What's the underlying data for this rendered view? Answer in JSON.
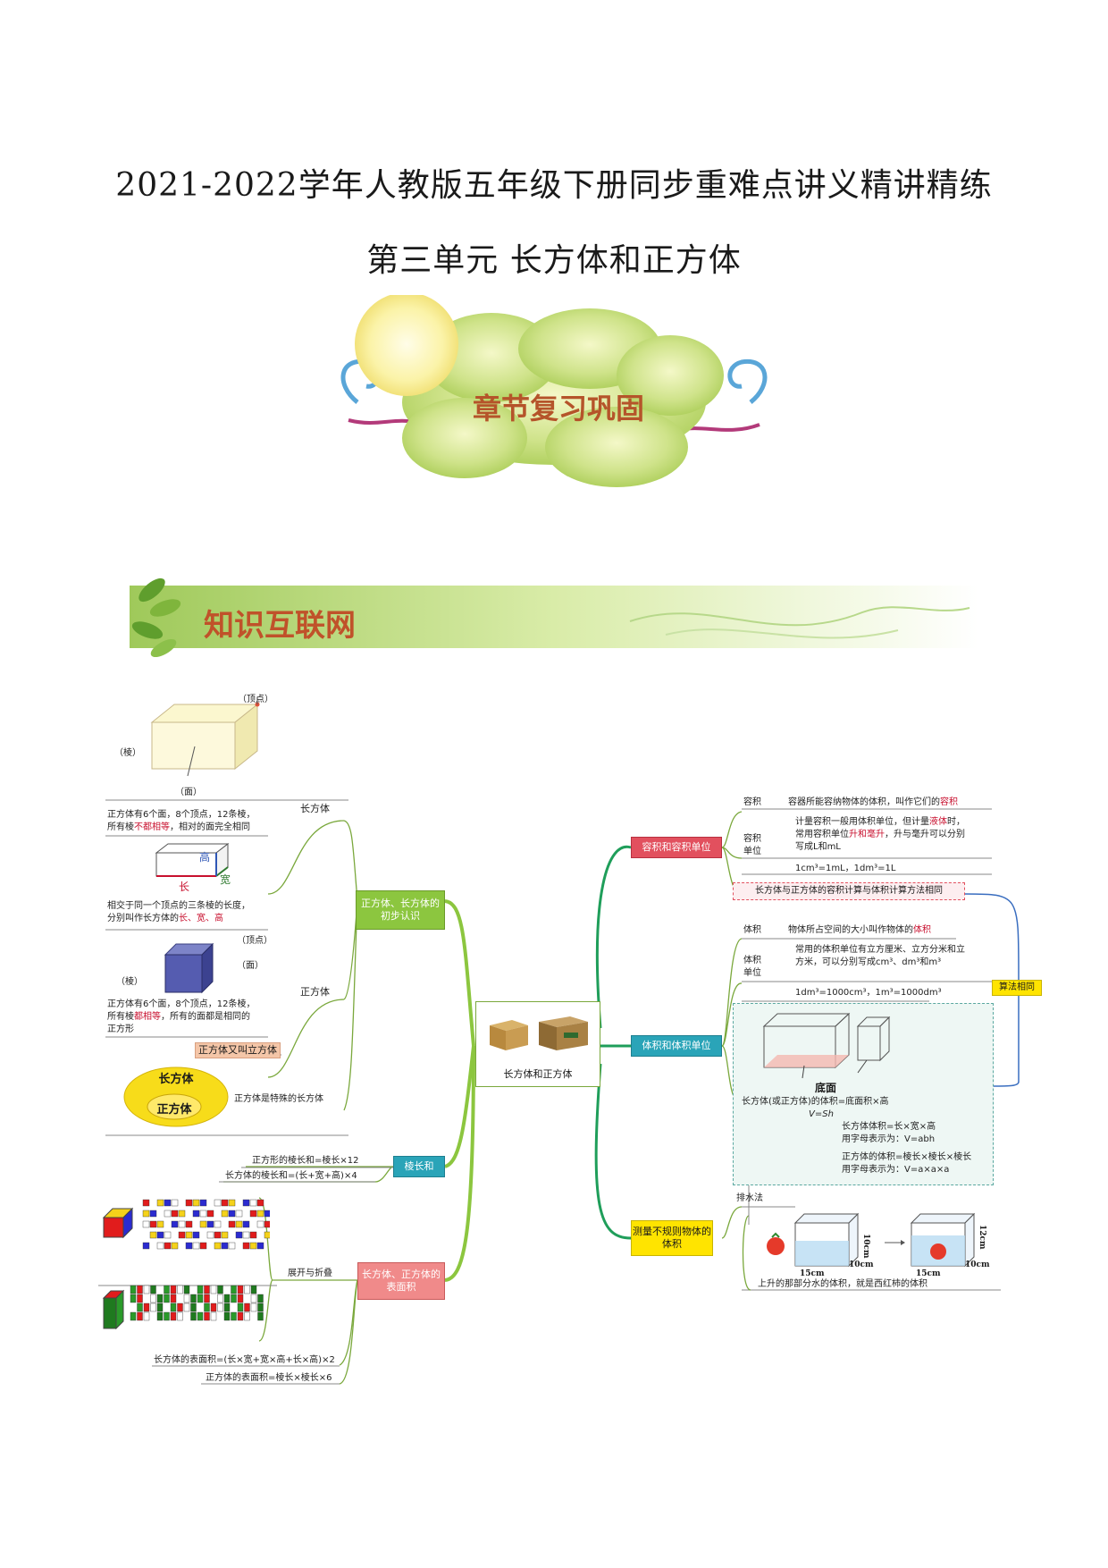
{
  "header": {
    "title": "2021-2022学年人教版五年级下册同步重难点讲义精讲精练",
    "subtitle": "第三单元 长方体和正方体"
  },
  "banner_chapter": {
    "label": "章节复习巩固"
  },
  "banner_knowledge": {
    "label": "知识互联网"
  },
  "mindmap": {
    "center": {
      "label": "长方体和正方体"
    },
    "left": {
      "cuboid_basics": {
        "label": "正方体、长方体的初步认识",
        "branch_cuboid": "长方体",
        "branch_cube": "正方体",
        "vertex_tag": "（顶点）",
        "edge_tag": "（棱）",
        "face_tag": "（面）",
        "cuboid_fact_1": "正方体有6个面，8个顶点，12条棱，",
        "cuboid_fact_2a": "所有棱",
        "cuboid_fact_2b": "不都相等",
        "cuboid_fact_2c": "，相对的面完全相同",
        "dim_height": "高",
        "dim_length": "长",
        "dim_width": "宽",
        "dim_note_1": "相交于同一个顶点的三条棱的长度，",
        "dim_note_2a": "分别叫作长方体的",
        "dim_note_2b": "长、宽、高",
        "cube_vertex_tag": "（顶点）",
        "cube_face_tag": "（面）",
        "cube_edge_tag": "（棱）",
        "cube_fact_1": "正方体有6个面，8个顶点，12条棱，",
        "cube_fact_2a": "所有棱",
        "cube_fact_2b": "都相等",
        "cube_fact_2c": "，所有的面都是相同的",
        "cube_fact_3": "正方形",
        "cube_alias": "正方体又叫立方体",
        "ellipse_outer": "长方体",
        "ellipse_inner": "正方体",
        "relation": "正方体是特殊的长方体"
      },
      "edge_sum": {
        "label": "棱长和",
        "cube": "正方形的棱长和=棱长×12",
        "cuboid": "长方体的棱长和=(长+宽+高)×4"
      },
      "surface": {
        "label": "长方体、正方体的表面积",
        "branch": "展开与折叠",
        "cuboid_formula": "长方体的表面积=(长×宽+宽×高+长×高)×2",
        "cube_formula": "正方体的表面积=棱长×棱长×6"
      }
    },
    "right": {
      "capacity": {
        "label": "容积和容积单位",
        "def_tag": "容积",
        "def_text_a": "容器所能容纳物体的体积，叫作它们的",
        "def_text_b": "容积",
        "unit_tag_1": "容积",
        "unit_tag_2": "单位",
        "unit_text_1a": "计量容积一般用体积单位，但计量",
        "unit_text_1b": "液体",
        "unit_text_1c": "时，",
        "unit_text_2a": "常用容积单位",
        "unit_text_2b": "升和毫升",
        "unit_text_2c": "，升与毫升可以分别",
        "unit_text_3": "写成L和mL",
        "conversion": "1cm³=1mL，1dm³=1L",
        "same_method": "长方体与正方体的容积计算与体积计算方法相同",
        "same_method_badge": "算法相同"
      },
      "volume": {
        "label": "体积和体积单位",
        "def_tag": "体积",
        "def_text_a": "物体所占空间的大小叫作物体的",
        "def_text_b": "体积",
        "unit_tag_1": "体积",
        "unit_tag_2": "单位",
        "unit_text_1": "常用的体积单位有立方厘米、立方分米和立",
        "unit_text_2": "方米，可以分别写成cm³、dm³和m³",
        "conversion": "1dm³=1000cm³，1m³=1000dm³",
        "base_label": "底面",
        "general_formula": "长方体(或正方体)的体积=底面积×高",
        "general_letters": "V=Sh",
        "cuboid_formula": "长方体体积=长×宽×高",
        "cuboid_letters": "用字母表示为：V=abh",
        "cube_formula": "正方体的体积=棱长×棱长×棱长",
        "cube_letters": "用字母表示为：V=a×a×a"
      },
      "irregular": {
        "label": "测量不规则物体的体积",
        "method": "排水法",
        "dim_15a": "15cm",
        "dim_10a": "10cm",
        "dim_10h": "10cm",
        "dim_15b": "15cm",
        "dim_10b": "10cm",
        "dim_12h": "12cm",
        "result": "上升的那部分水的体积，就是西红柿的体积"
      }
    }
  }
}
